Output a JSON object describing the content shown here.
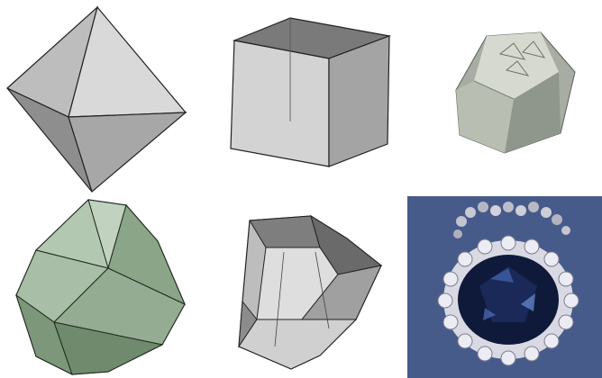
{
  "figure": {
    "panels": [
      {
        "id": "octahedron",
        "shape": "octahedron",
        "style": "gray-shaded"
      },
      {
        "id": "cube",
        "shape": "cube",
        "style": "gray-shaded"
      },
      {
        "id": "rough-crystal",
        "shape": "rough octahedral crystal",
        "style": "photo"
      },
      {
        "id": "modified-octahedron",
        "shape": "octahedron with extra facets",
        "style": "green-shaded"
      },
      {
        "id": "cut-stone",
        "shape": "faceted cut stone",
        "style": "gray-shaded"
      },
      {
        "id": "gem-pendant",
        "shape": "blue faceted gem in jeweled setting",
        "style": "photo"
      }
    ],
    "colors": {
      "background": "#ffffff",
      "gray_light": "#d4d4d4",
      "gray_mid": "#a8a8a8",
      "gray_dark": "#6e6e6e",
      "green_light": "#b7ccb5",
      "green_mid": "#8fa98d",
      "green_dark": "#5e7a5d",
      "photo_bg": "#4f6596",
      "gem_blue": "#0f1a3a"
    }
  }
}
